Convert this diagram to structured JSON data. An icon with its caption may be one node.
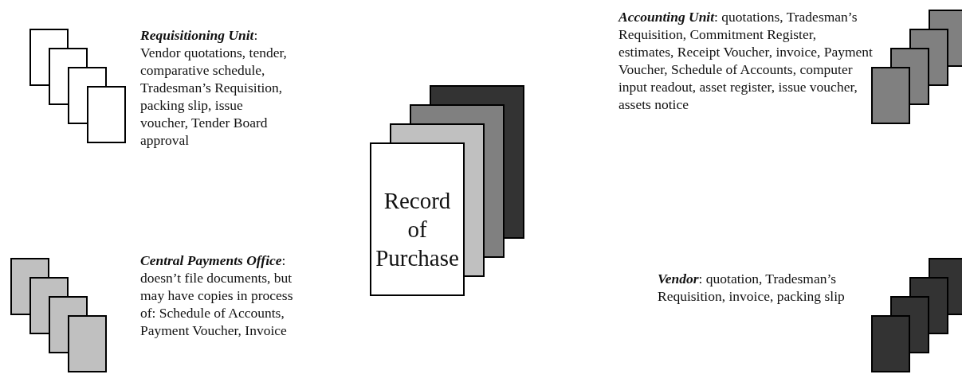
{
  "diagram": {
    "nodes": [
      {
        "text": [],
        "shape": "box",
        "beside": [
          "*Requisitioning Unit*: Vendor quotations, tender, comparative schedule, Tradesman’s Requisition, packing slip, issue voucher, Tender Board approval"
        ]
      },
      {
        "text": [],
        "shape": "box",
        "beside": [
          "*Accounting Unit*: quotations, Tradesman’s Requisition, Commitment Register, estimates, Receipt Voucher, invoice, Payment Voucher, Schedule of Accounts, computer input readout, asset register, issue voucher, assets notice"
        ]
      },
      {
        "text": [
          "Record of Purchase"
        ]
      },
      {
        "text": [],
        "shape": "box",
        "beside": [
          "*Central Payments Office*: doesn’t file documents, but may have copies in process of: Schedule of Accounts, Payment Voucher, Invoice"
        ]
      },
      {
        "text": [],
        "shape": "box",
        "beside": [
          "*Vendor*:  quotation, Tradesman’s Requisition, invoice, packing slip"
        ]
      }
    ]
  }
}
